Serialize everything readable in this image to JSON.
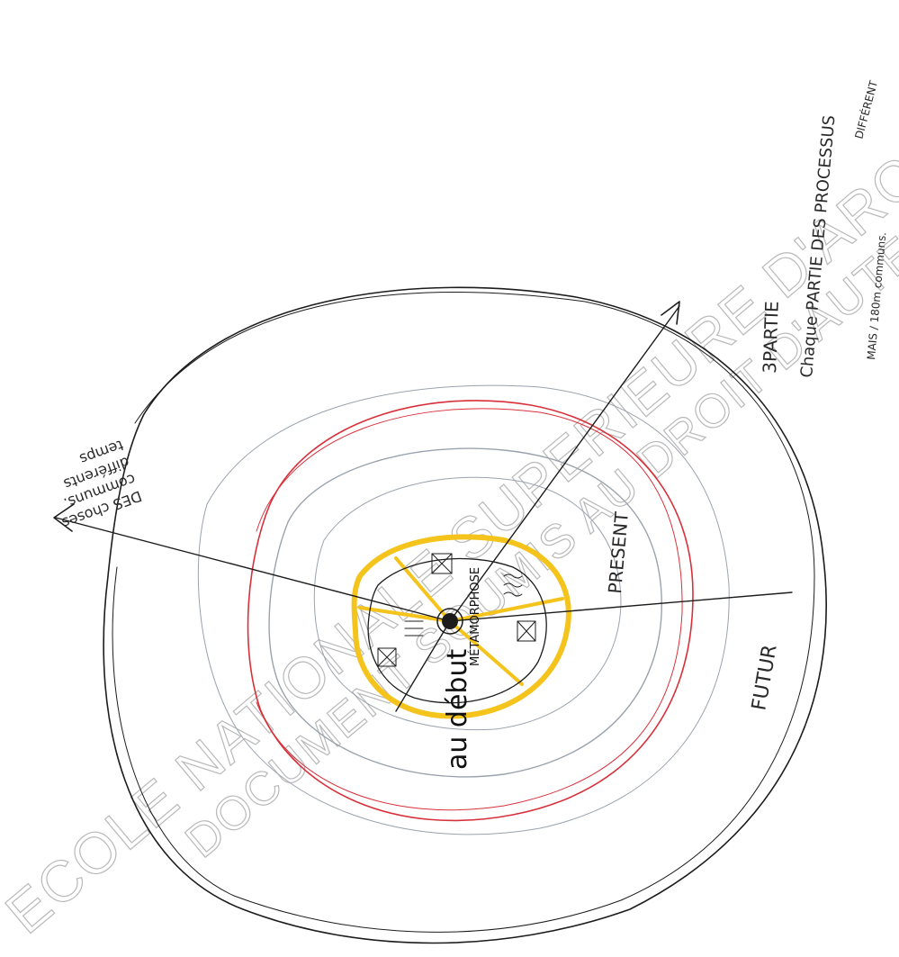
{
  "title": {
    "line1": "3PARTIE",
    "line2": "Chaque PARTIE DES PROCESSUS",
    "line2b": "DIFFÉRENT",
    "line3": "MAIS / 180m communs."
  },
  "side_note": {
    "line1": "DES choses",
    "line2": "communs.",
    "line3": "différents",
    "line4": "temps"
  },
  "rings": {
    "present": "PRESENT",
    "futur": "FUTUR"
  },
  "center": {
    "start": "au début",
    "metamorphose": "MÉTAMORPHOSE"
  },
  "watermark": {
    "line1": "ECOLE NATIONALE SUPERIEURE D'ARCHITECTURE DE NANTES",
    "line2": "DOCUMENT SOUMIS AU DROIT D'AUTEUR"
  },
  "colors": {
    "pencil": "#1c1c1c",
    "grey": "#9aa3ad",
    "red": "#d8303a",
    "yellow": "#f4c31c"
  }
}
